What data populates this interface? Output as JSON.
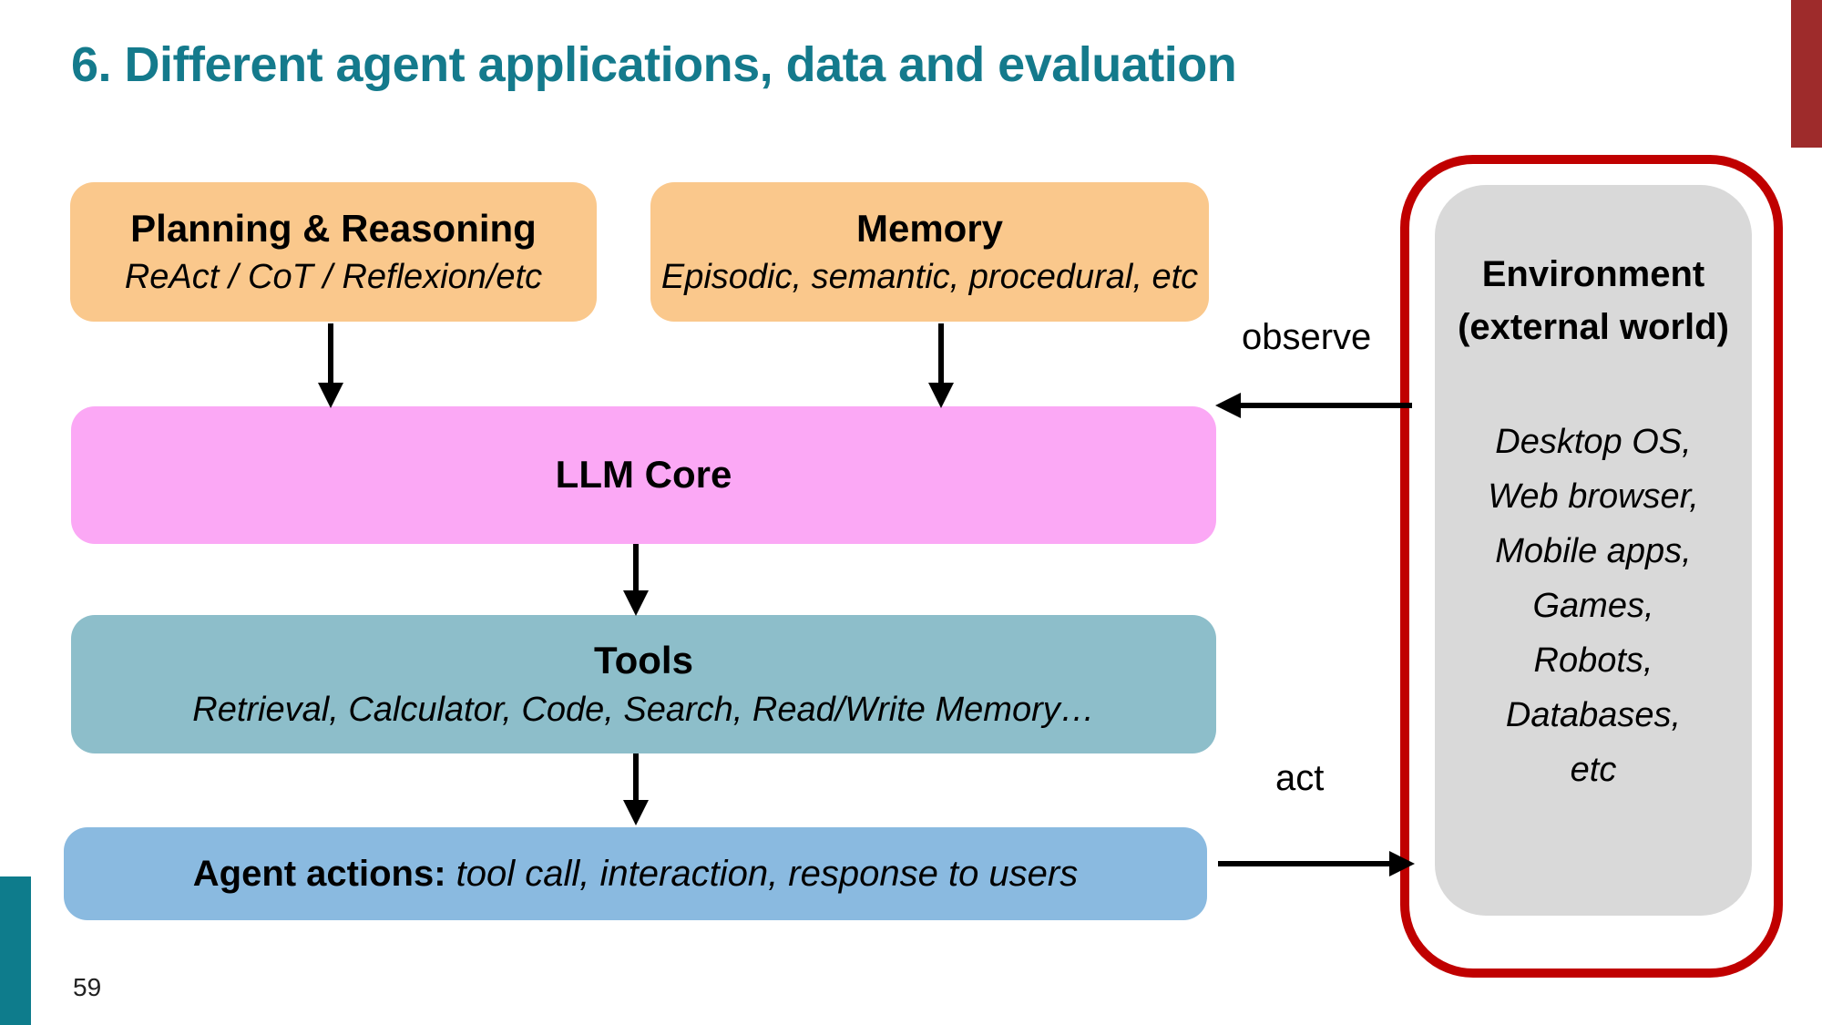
{
  "slide": {
    "title": "6. Different agent applications, data and evaluation",
    "page_number": "59"
  },
  "colors": {
    "title_teal": "#147A8C",
    "accent_teal_bar": "#0E7C8C",
    "accent_darkred_bar": "#9E2B2B",
    "orange_box": "#FAC88C",
    "pink_box": "#FBA8F5",
    "teal_box": "#8DBECA",
    "blue_box": "#8ABAE0",
    "gray_box": "#D9D9D9",
    "red_border": "#C00000",
    "arrow_black": "#000000"
  },
  "diagram": {
    "planning": {
      "title": "Planning & Reasoning",
      "subtitle": "ReAct / CoT / Reflexion/etc"
    },
    "memory": {
      "title": "Memory",
      "subtitle": "Episodic, semantic, procedural, etc"
    },
    "llm_core": {
      "title": "LLM Core"
    },
    "tools": {
      "title": "Tools",
      "subtitle": "Retrieval, Calculator, Code, Search, Read/Write Memory…"
    },
    "agent_actions": {
      "title_bold": "Agent actions:",
      "title_italic": " tool call, interaction, response to users"
    },
    "environment": {
      "title_line1": "Environment",
      "title_line2": "(external world)",
      "items": [
        "Desktop OS,",
        "Web browser,",
        "Mobile apps,",
        "Games,",
        "Robots,",
        "Databases,",
        "etc"
      ]
    },
    "labels": {
      "observe": "observe",
      "act": "act"
    }
  }
}
